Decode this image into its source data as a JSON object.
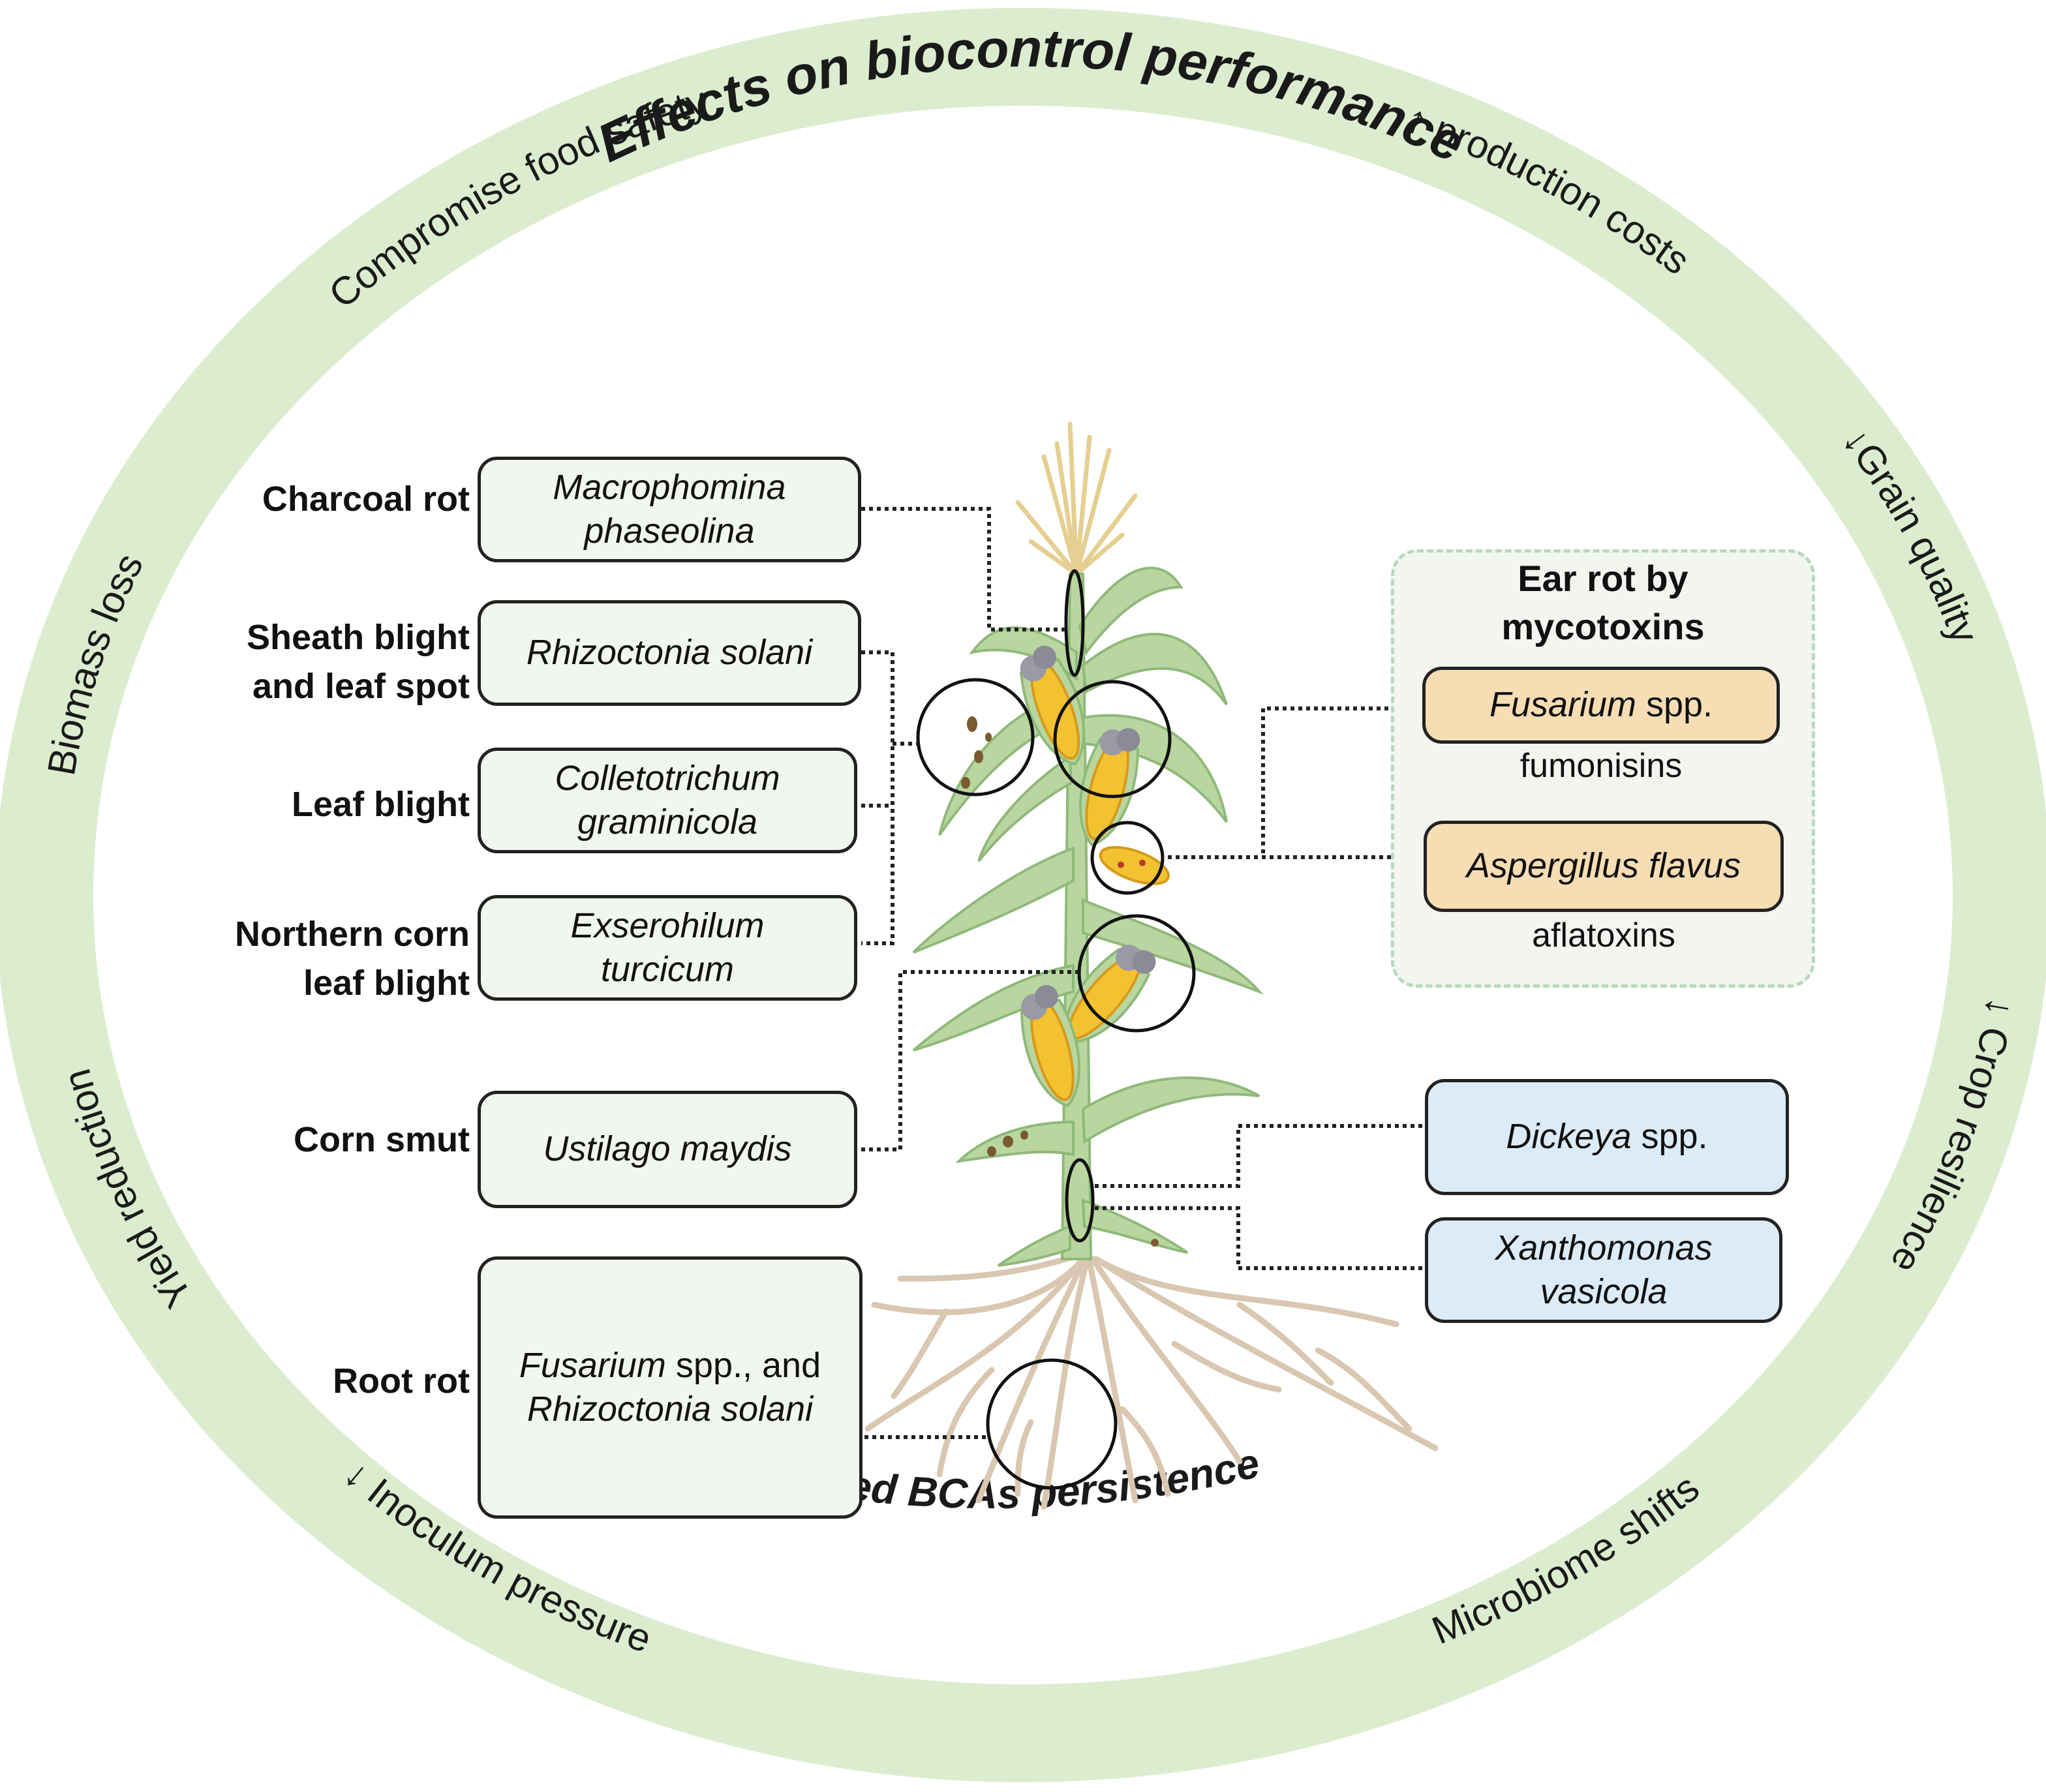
{
  "ring": {
    "top_title": "Effects on biocontrol performance",
    "bottom_title": "Reduced BCAs persistence",
    "left_items": [
      "Compromise food safety",
      "Biomass loss",
      "Yield reduction",
      "↓ Inoculum pressure"
    ],
    "right_items": [
      "↑ production costs",
      "↓Grain quality",
      "↓ Crop resilience",
      "Microbiome shifts"
    ]
  },
  "diseases": [
    {
      "label_lines": [
        "Charcoal rot"
      ],
      "pathogen_html": "<i>Macrophomina<br>phaseolina</i>"
    },
    {
      "label_lines": [
        "Sheath blight",
        "and leaf spot"
      ],
      "pathogen_html": "<i>Rhizoctonia solani</i>"
    },
    {
      "label_lines": [
        "Leaf blight"
      ],
      "pathogen_html": "<i>Colletotrichum<br>graminicola</i>"
    },
    {
      "label_lines": [
        "Northern corn",
        "leaf blight"
      ],
      "pathogen_html": "<i>Exserohilum<br>turcicum</i>"
    },
    {
      "label_lines": [
        "Corn smut"
      ],
      "pathogen_html": "<i>Ustilago maydis</i>"
    },
    {
      "label_lines": [
        "Root rot"
      ],
      "pathogen_html": "<i>Fusarium</i> spp., and<br><i>Rhizoctonia solani</i>"
    }
  ],
  "ear_rot": {
    "title_lines": [
      "Ear rot by",
      "mycotoxins"
    ],
    "items": [
      {
        "pathogen_html": "<i>Fusarium</i> spp.",
        "toxin": "fumonisins"
      },
      {
        "pathogen_html": "<i>Aspergillus flavus</i>",
        "toxin": "aflatoxins"
      }
    ]
  },
  "bacteria": [
    {
      "pathogen_html": "<i>Dickeya</i> spp."
    },
    {
      "pathogen_html": "<i>Xanthomonas<br>vasicola</i>"
    }
  ],
  "colors": {
    "ring": "#dcedcf",
    "green_box": "#f1f6ee",
    "orange_box": "#f6ddb4",
    "blue_box": "#dcebf8",
    "leaf": "#b9d6a0",
    "leaf_dark": "#8fb97a",
    "root": "#d9c7b1",
    "cob": "#f2c230",
    "tassel": "#ead9a8"
  }
}
